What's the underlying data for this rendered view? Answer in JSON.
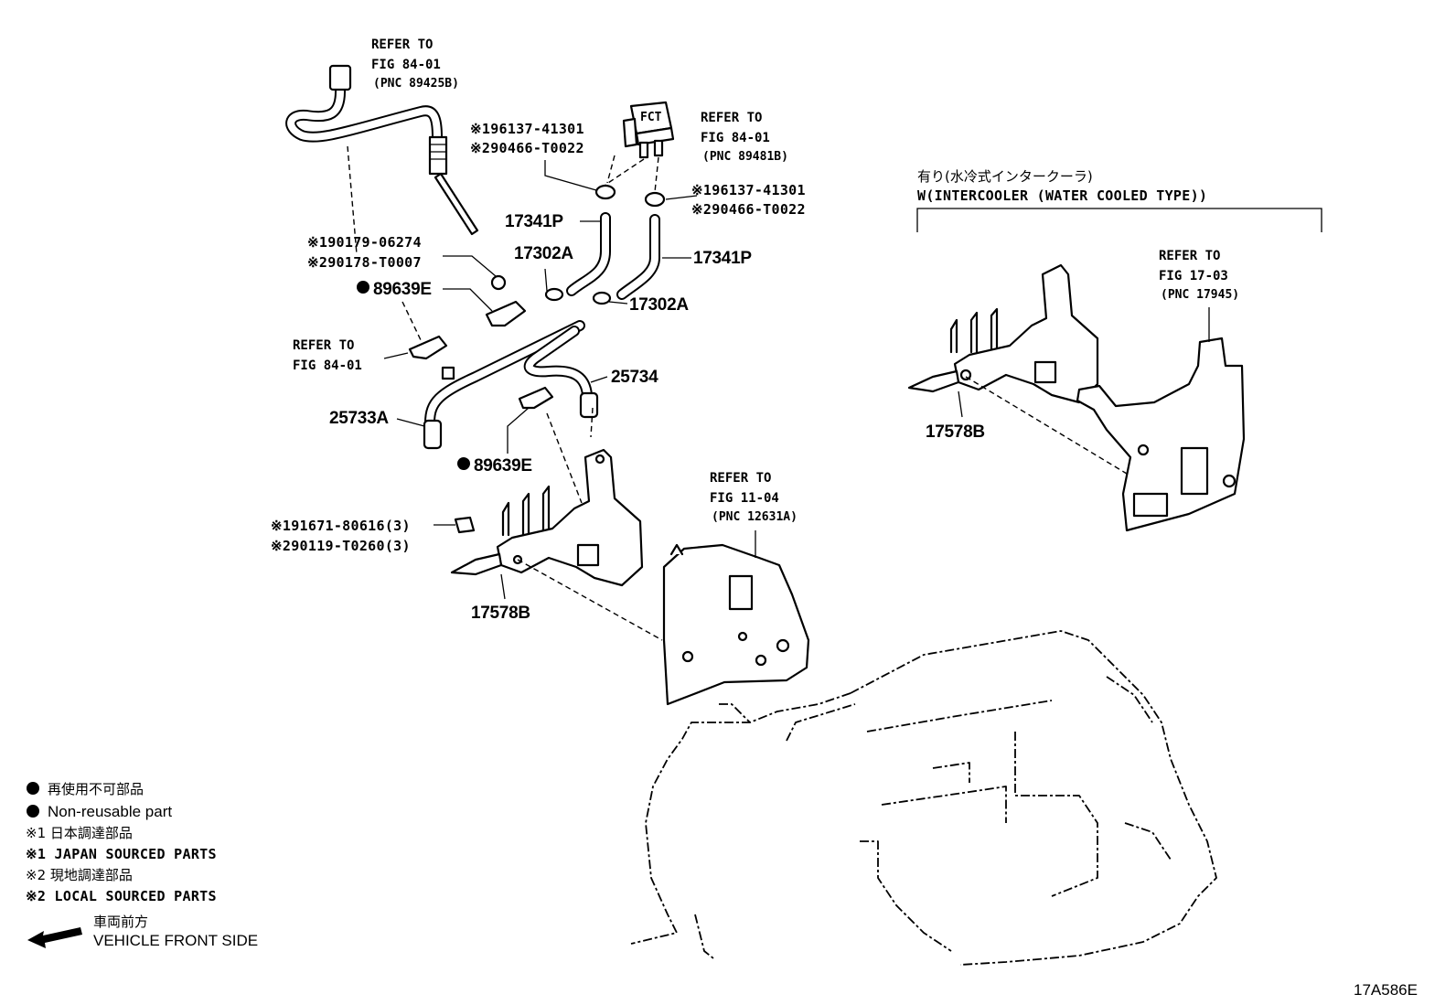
{
  "figure_id": "17A586E",
  "legend": {
    "non_reusable_jp": "再使用不可部品",
    "non_reusable_en": "Non-reusable part",
    "japan_jp": "※1 日本調達部品",
    "japan_en": "※1 JAPAN SOURCED PARTS",
    "local_jp": "※2 現地調達部品",
    "local_en": "※2 LOCAL SOURCED PARTS",
    "front_jp": "車両前方",
    "front_en": "VEHICLE FRONT SIDE"
  },
  "option": {
    "title_jp": "有り(水冷式インタークーラ)",
    "title_en": "W(INTERCOOLER (WATER COOLED TYPE))"
  },
  "refs": {
    "ref_a": {
      "l1": "REFER TO",
      "l2": "FIG 84-01",
      "l3": "(PNC 89425B)"
    },
    "ref_b": {
      "l1": "REFER TO",
      "l2": "FIG 84-01",
      "l3": "(PNC 89481B)"
    },
    "ref_c": {
      "l1": "REFER TO",
      "l2": "FIG 84-01"
    },
    "ref_d": {
      "l1": "REFER TO",
      "l2": "FIG 11-04",
      "l3": "(PNC 12631A)"
    },
    "ref_e": {
      "l1": "REFER TO",
      "l2": "FIG 17-03",
      "l3": "(PNC 17945)"
    }
  },
  "parts": {
    "p_17341P_a": "17341P",
    "p_17341P_b": "17341P",
    "p_17302A_a": "17302A",
    "p_17302A_b": "17302A",
    "p_89639E_a": "89639E",
    "p_89639E_b": "89639E",
    "p_25734": "25734",
    "p_25733A": "25733A",
    "p_17578B_a": "17578B",
    "p_17578B_b": "17578B"
  },
  "codes": {
    "c1a": "※196137-41301",
    "c1b": "※290466-T0022",
    "c2a": "※196137-41301",
    "c2b": "※290466-T0022",
    "c3a": "※190179-06274",
    "c3b": "※290178-T0007",
    "c4a": "※191671-80616(3)",
    "c4b": "※290119-T0260(3)"
  }
}
